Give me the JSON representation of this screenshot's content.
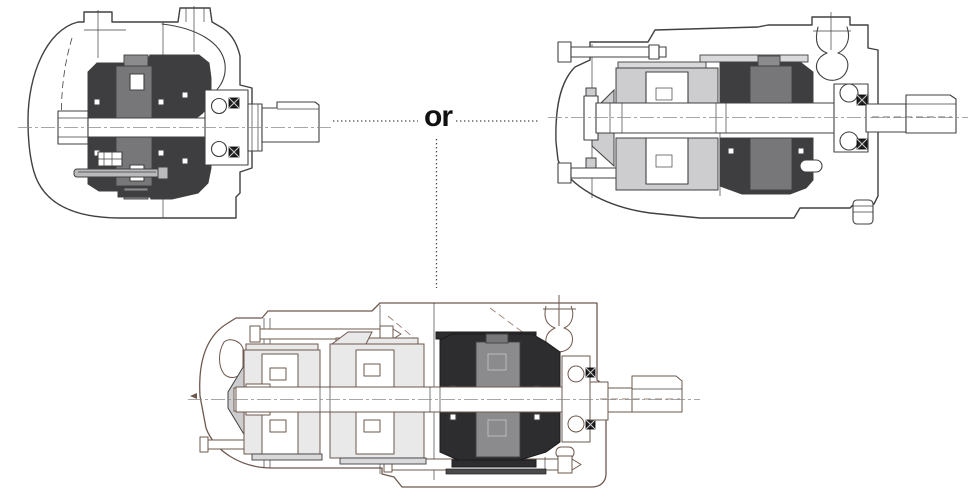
{
  "figure": {
    "connector_label": "or",
    "variants": [
      {
        "id": "single-pump",
        "stages": 1,
        "position": "top-left",
        "cartridge_shades": [
          "dark"
        ]
      },
      {
        "id": "double-pump",
        "stages": 2,
        "position": "top-right",
        "cartridge_shades": [
          "light",
          "dark"
        ]
      },
      {
        "id": "triple-pump",
        "stages": 3,
        "position": "bottom-center",
        "cartridge_shades": [
          "light",
          "light",
          "dark"
        ]
      }
    ]
  },
  "colors": {
    "background": "#ffffff",
    "line": "#404040",
    "line_warm": "#6e584e",
    "dark_fill": "#3e3e40",
    "darker_fill": "#2d2d2f",
    "mid_fill": "#77777a",
    "mid_light_fill": "#8b8b8d",
    "light_fill": "#cdcdcf",
    "lighter_fill": "#e9e9ea",
    "rail_fill": "#d9d9db",
    "bolt_fill": "#bababc",
    "seal_fill": "#1f1f21",
    "centerline": "#8a8a8a",
    "dash_warm": "#9b8378",
    "connector": "#474747",
    "label": "#111111"
  }
}
